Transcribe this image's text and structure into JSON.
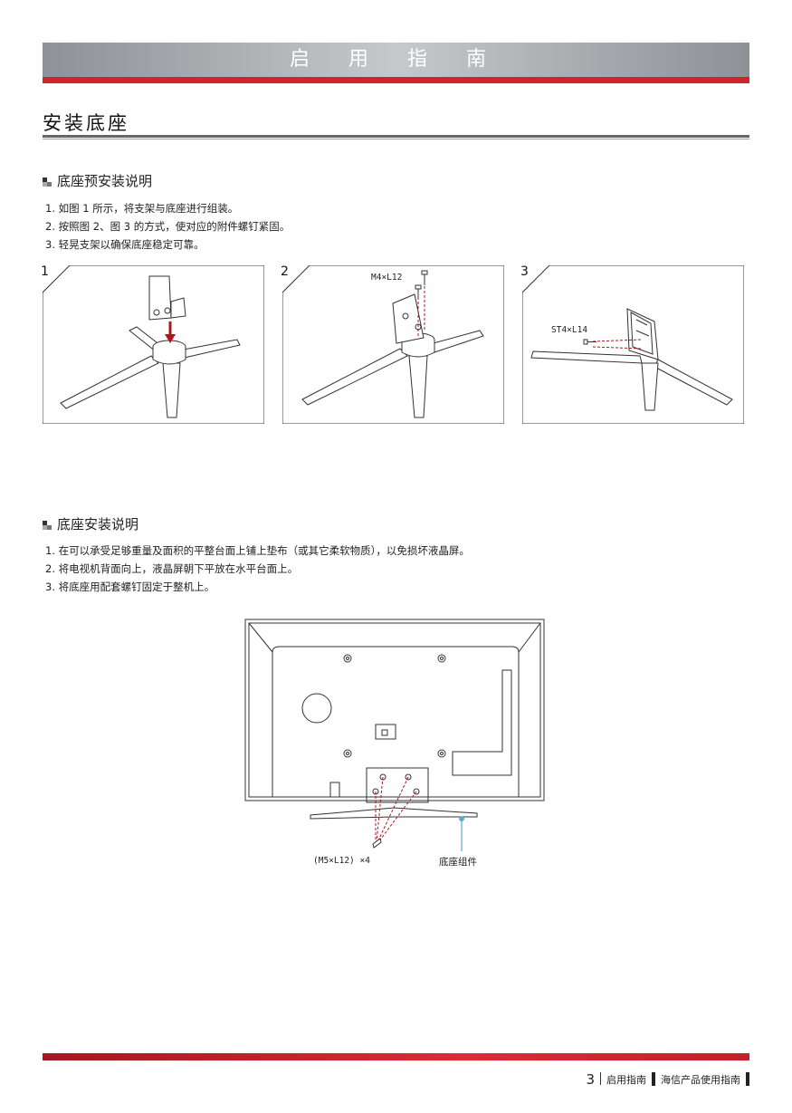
{
  "header": {
    "title": "启 用 指 南"
  },
  "section": {
    "title": "安装底座"
  },
  "pre_install": {
    "heading": "底座预安装说明",
    "items": [
      "1. 如图 1 所示，将支架与底座进行组装。",
      "2. 按照图 2、图 3 的方式，使对应的附件螺钉紧固。",
      "3. 轻晃支架以确保底座稳定可靠。"
    ],
    "figures": [
      {
        "number": "1",
        "label": ""
      },
      {
        "number": "2",
        "label": "M4×L12"
      },
      {
        "number": "3",
        "label": "ST4×L14"
      }
    ]
  },
  "install": {
    "heading": "底座安装说明",
    "items": [
      "1. 在可以承受足够重量及面积的平整台面上铺上垫布（或其它柔软物质），以免损坏液晶屏。",
      "2. 将电视机背面向上，液晶屏朝下平放在水平台面上。",
      "3. 将底座用配套螺钉固定于整机上。"
    ],
    "figure": {
      "screw_label": "(M5×L12) ×4",
      "stand_label": "底座组件"
    }
  },
  "footer": {
    "page": "3",
    "chapter": "启用指南",
    "manual": "海信产品使用指南"
  },
  "colors": {
    "accent_red": "#d0232b",
    "header_gray": "#a9adb0",
    "callout_cyan": "#5fa8c6"
  }
}
